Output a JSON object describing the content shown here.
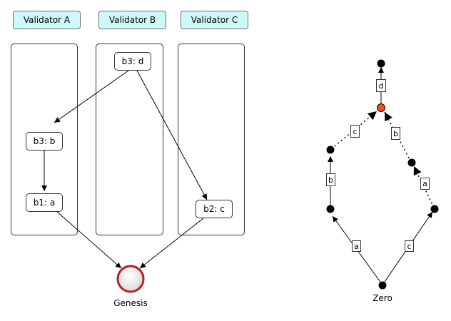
{
  "validators": {
    "a": "Validator A",
    "b": "Validator B",
    "c": "Validator C"
  },
  "blocks": {
    "a_b3": "b3: b",
    "a_b1": "b1: a",
    "b_b3": "b3: d",
    "c_b2": "b2: c"
  },
  "genesis": "Genesis",
  "graph": {
    "zero": "Zero",
    "edge_labels": {
      "left_a": "a",
      "right_c": "c",
      "left_b": "b",
      "right_a": "a",
      "upper_left_c": "c",
      "upper_right_b": "b",
      "top_d": "d"
    }
  },
  "colors": {
    "header_fill": "#cdf9fb",
    "genesis_ring": "#b22222",
    "highlight_node": "#e8571a",
    "node": "#000000"
  }
}
